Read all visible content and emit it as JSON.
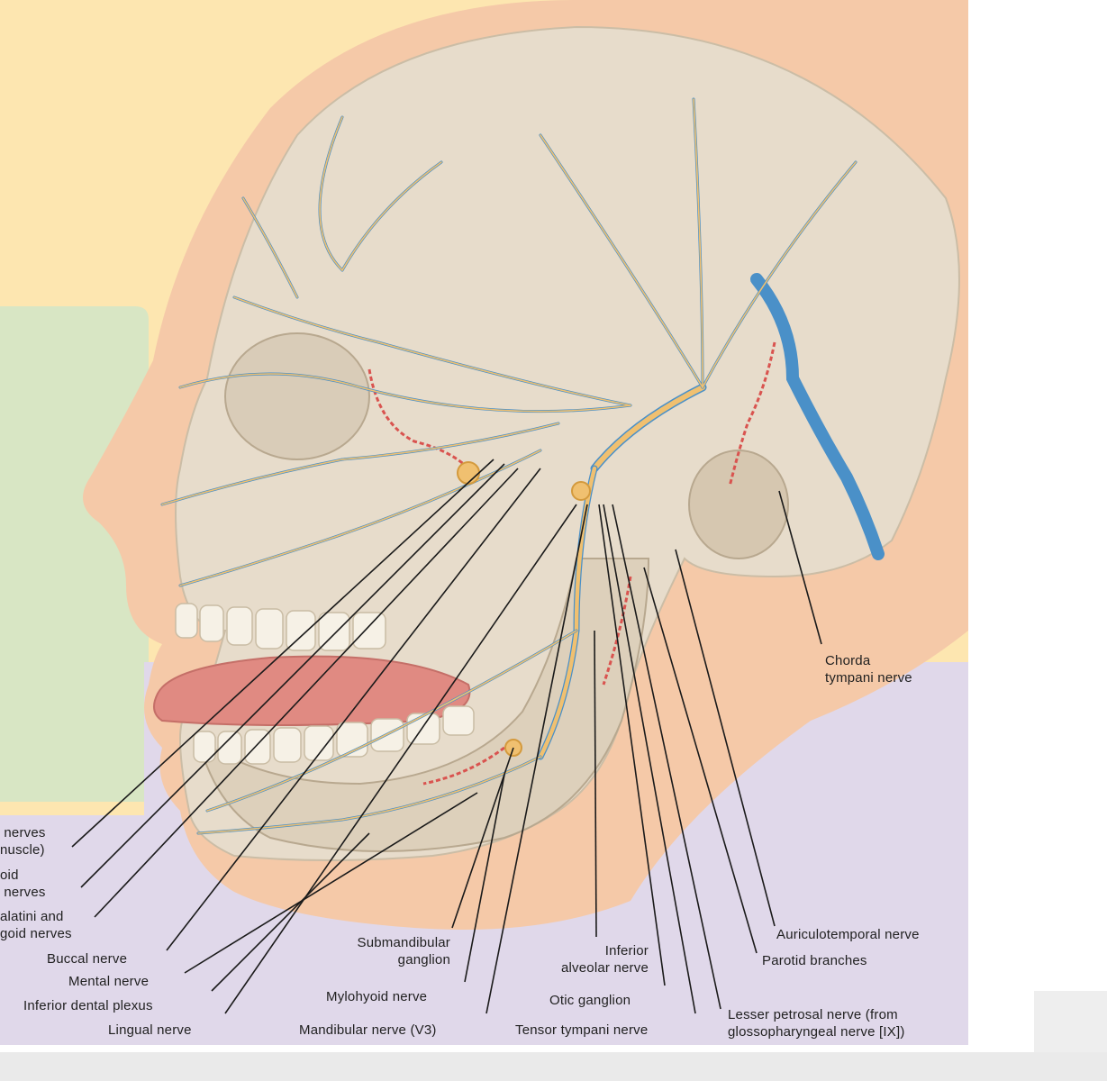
{
  "colors": {
    "background_yellow": "#fde6b0",
    "background_green": "#d8e6c4",
    "background_lavender": "#e0d8ea",
    "skin": "#f5c9a8",
    "bone": "#e7dccb",
    "nerve": "#f0c070",
    "vessel_blue": "#4a90c8",
    "artery_red": "#d9534f",
    "tongue": "#e08a82",
    "leader_line": "#1a1a1a"
  },
  "labels": {
    "chorda_tympani": "Chorda\ntympani nerve",
    "auriculotemporal": "Auriculotemporal nerve",
    "parotid_branches": "Parotid branches",
    "lesser_petrosal": "Lesser petrosal nerve (from\nglossopharyngeal nerve [IX])",
    "tensor_tympani": "Tensor tympani nerve",
    "otic_ganglion": "Otic ganglion",
    "inferior_alveolar": "Inferior\nalveolar nerve",
    "mandibular_v3": "Mandibular nerve (V3)",
    "mylohyoid": "Mylohyoid nerve",
    "submandibular_ganglion": "Submandibular\nganglion",
    "lingual": "Lingual nerve",
    "inferior_dental_plexus": "Inferior dental plexus",
    "mental": "Mental nerve",
    "buccal": "Buccal nerve",
    "palatini_pterygoid": "alatini and\ngoid nerves",
    "pterygoid_nerves": "oid\n nerves",
    "temporal_nerves": " nerves\nnuscle)"
  }
}
